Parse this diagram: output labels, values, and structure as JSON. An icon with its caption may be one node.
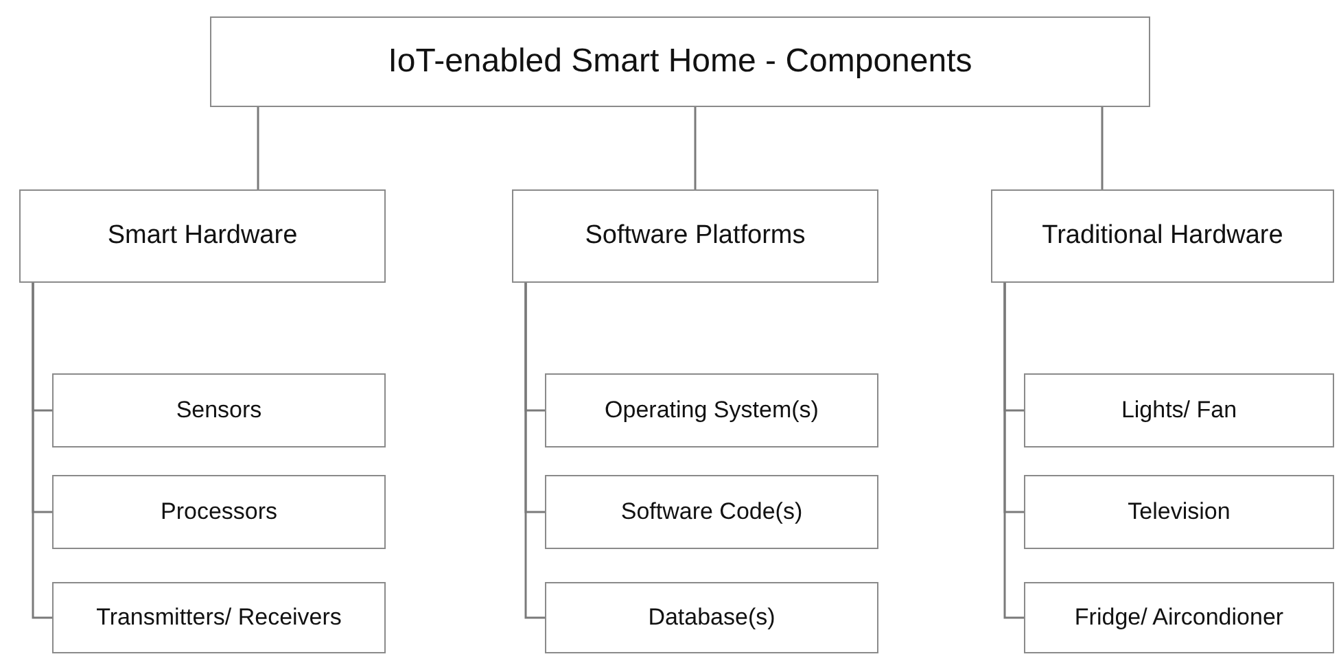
{
  "diagram": {
    "nodes": [
      {
        "text": [
          "IoT-enabled Smart Home - Components"
        ]
      },
      {
        "text": [
          "Smart Hardware"
        ]
      },
      {
        "text": [
          "Sensors"
        ]
      },
      {
        "text": [
          "Processors"
        ]
      },
      {
        "text": [
          "Transmitters/ Receivers"
        ]
      },
      {
        "text": [
          "Software Platforms"
        ]
      },
      {
        "text": [
          "Operating System(s)"
        ]
      },
      {
        "text": [
          "Software Code(s)"
        ]
      },
      {
        "text": [
          "Database(s)"
        ]
      },
      {
        "text": [
          "Traditional Hardware"
        ]
      },
      {
        "text": [
          "Lights/ Fan"
        ]
      },
      {
        "text": [
          "Television"
        ]
      },
      {
        "text": [
          "Fridge/ Aircondioner"
        ]
      }
    ],
    "edges": [
      {
        "from": 0,
        "to": 1,
        "arrow": "none"
      },
      {
        "from": 0,
        "to": 5,
        "arrow": "none"
      },
      {
        "from": 0,
        "to": 9,
        "arrow": "none"
      },
      {
        "from": 1,
        "to": 2,
        "arrow": "none"
      },
      {
        "from": 1,
        "to": 3,
        "arrow": "none"
      },
      {
        "from": 1,
        "to": 4,
        "arrow": "none"
      },
      {
        "from": 5,
        "to": 6,
        "arrow": "none"
      },
      {
        "from": 5,
        "to": 7,
        "arrow": "none"
      },
      {
        "from": 5,
        "to": 8,
        "arrow": "none"
      },
      {
        "from": 9,
        "to": 10,
        "arrow": "none"
      },
      {
        "from": 9,
        "to": 11,
        "arrow": "none"
      },
      {
        "from": 9,
        "to": 12,
        "arrow": "none"
      }
    ]
  }
}
